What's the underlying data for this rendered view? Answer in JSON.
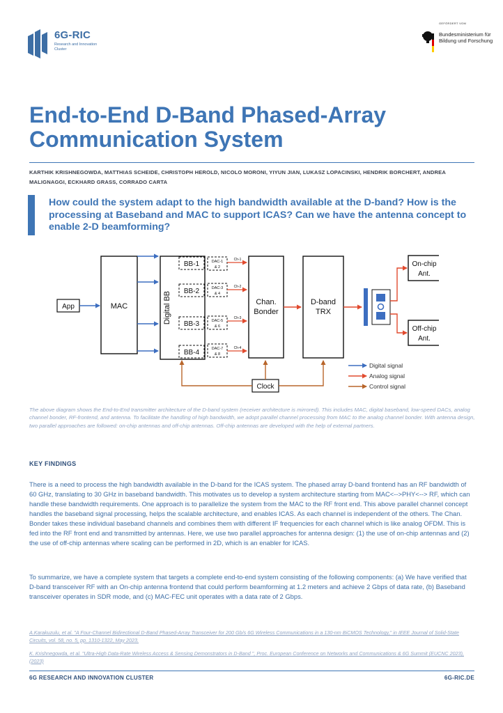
{
  "header": {
    "logo_name": "6G-RIC",
    "logo_subtitle": "Research and Innovation Cluster",
    "funder_top": "GEFÖRDERT VOM",
    "funder_name": "Bundesministerium für Bildung und Forschung"
  },
  "title_lines": [
    "End-to-End D-Band Phased-Array",
    "Communication System"
  ],
  "authors": "KARTHIK KRISHNEGOWDA, MATTHIAS SCHEIDE, CHRISTOPH HEROLD, NICOLO MORONI, YIYUN JIAN, LUKASZ LOPACINSKI, HENDRIK BORCHERT, ANDREA MALIGNAGGI, ECKHARD GRASS, CORRADO CARTA",
  "question": "How could the system adapt to the high bandwidth available at the D-band? How is the processing at Baseband and MAC to support ICAS? Can we have the antenna concept to enable 2-D beamforming?",
  "diagram": {
    "app": "App",
    "mac": "MAC",
    "digital_bb": "Digital BB",
    "bb": [
      "BB-1",
      "BB-2",
      "BB-3",
      "BB-4"
    ],
    "dac": [
      [
        "DAC-1",
        "& 2"
      ],
      [
        "DAC-3",
        "& 4"
      ],
      [
        "DAC-5",
        "& 6"
      ],
      [
        "DAC-7",
        "& 8"
      ]
    ],
    "ch": [
      "Ch-1",
      "Ch-2",
      "Ch-3",
      "Ch-4"
    ],
    "bonder": [
      "Chan.",
      "Bonder"
    ],
    "trx": [
      "D-band",
      "TRX"
    ],
    "onchip": [
      "On-chip",
      "Ant."
    ],
    "offchip": [
      "Off-chip",
      "Ant."
    ],
    "clock": "Clock",
    "legend": [
      "Digital signal",
      "Analog signal",
      "Control signal"
    ],
    "colors": {
      "digital": "#3d6ec0",
      "analog": "#e14a2e",
      "control": "#b8652a"
    }
  },
  "caption": "The above diagram shows the End-to-End transmitter architecture of the D-band system (receiver architecture is mirrored). This includes MAC, digital baseband, low-speed DACs, analog channel bonder, RF-frontend, and antenna. To facilitate the handling of high bandwidth, we adopt parallel channel processing from MAC to the analog channel bonder. With antenna design, two parallel approaches are followed: on-chip antennas and off-chip antennas. Off-chip antennas are developed with the help of external partners.",
  "key_findings": {
    "heading": "KEY FINDINGS",
    "para1": "There is a need to process the high bandwidth available in the D-band for the ICAS system. The phased array D-band frontend has an RF bandwidth of 60 GHz, translating to 30 GHz in baseband bandwidth. This motivates us to develop a system architecture starting from MAC<-->PHY<--> RF, which can handle these bandwidth requirements. One approach is to parallelize the system from the MAC to the RF front end. This above parallel channel concept handles the baseband signal processing, helps the scalable architecture, and enables ICAS. As each channel is independent of the others. The Chan. Bonder takes these individual baseband channels and combines them with different IF frequencies for each channel which is like analog OFDM. This is fed into the RF front end and transmitted by antennas. Here, we use two parallel approaches for antenna design: (1) the use of on-chip antennas and (2) the use of off-chip antennas where scaling can be performed in 2D, which is an enabler for ICAS.",
    "para2": "To summarize, we have a complete system that targets a complete end-to-end system consisting of the following components: (a) We have verified that D-band transceiver RF with an On-chip antenna frontend that could perform beamforming at 1.2 meters and achieve 2 Gbps of data rate, (b) Baseband transceiver operates in SDR mode, and (c) MAC-FEC unit operates with a data rate of 2 Gbps."
  },
  "references": [
    "A.Karakuzulu, et al. \"A Four-Channel Bidirectional D-Band Phased-Array Transceiver for 200 Gb/s 6G Wireless Communications in a 130-nm BiCMOS Technology,\" in IEEE Journal of Solid-State Circuits, vol. 58, no. 5, pp. 1310-1322, May 2023.",
    "K. Krishnegowda, et al. \"Ultra-High Data-Rate Wireless Access & Sensing Demonstrators in D-Band \", Proc. European Conference on Networks and Communications & 6G Summit (EUCNC 2023), (2023)"
  ],
  "footer": {
    "left": "6G RESEARCH AND INNOVATION CLUSTER",
    "right": "6G-RIC.DE"
  }
}
